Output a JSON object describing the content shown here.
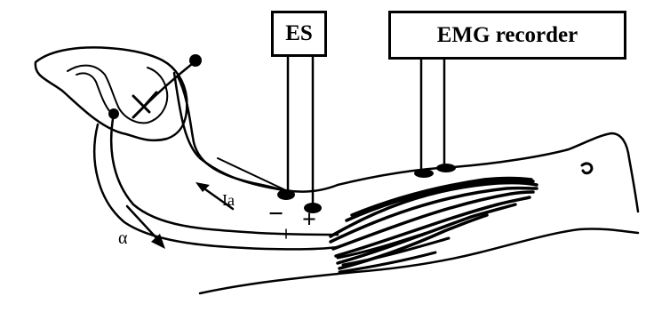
{
  "boxes": {
    "es": "ES",
    "emg": "EMG recorder"
  },
  "labels": {
    "ia": "Ia",
    "alpha": "α",
    "minus": "−",
    "plus": "+"
  },
  "colors": {
    "ink": "#000000",
    "background": "#ffffff"
  }
}
